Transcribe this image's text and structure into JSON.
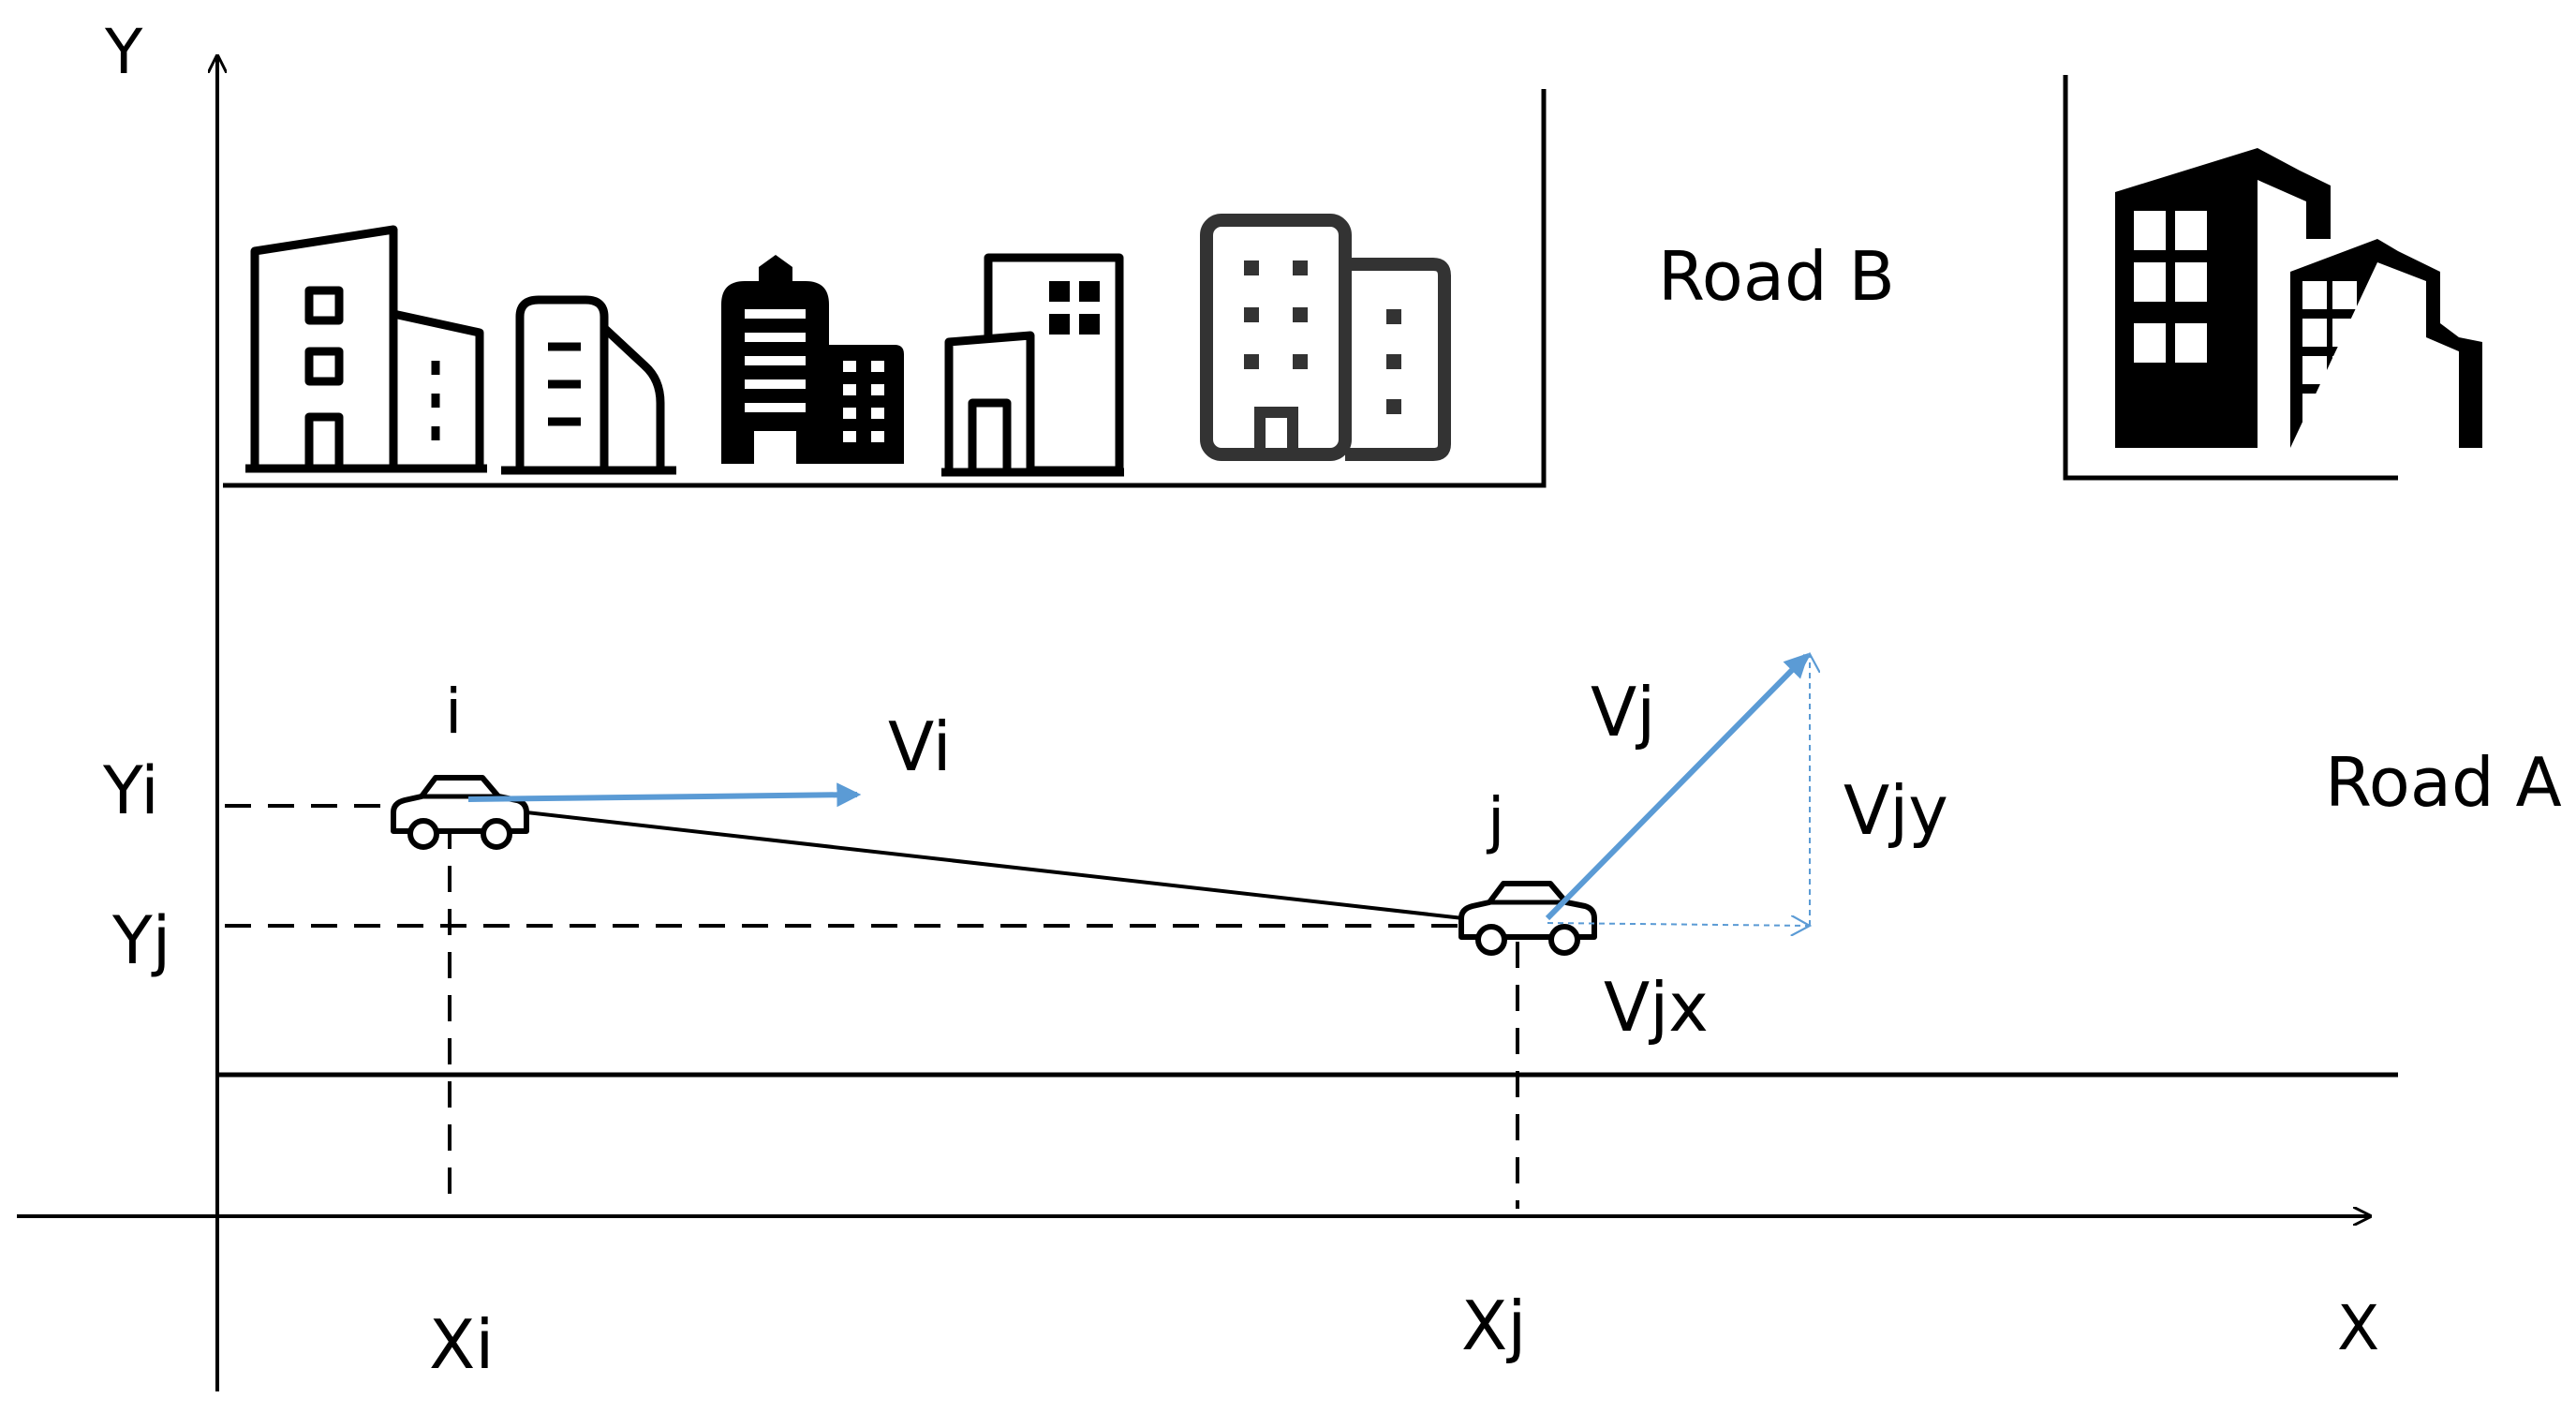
{
  "axes": {
    "x_label": "X",
    "y_label": "Y"
  },
  "roads": {
    "road_a": "Road A",
    "road_b": "Road B"
  },
  "vehicles": {
    "i": {
      "label": "i",
      "x_label": "Xi",
      "y_label": "Yi",
      "velocity_label": "Vi"
    },
    "j": {
      "label": "j",
      "x_label": "Xj",
      "y_label": "Yj",
      "velocity_label": "Vj",
      "vx_label": "Vjx",
      "vy_label": "Vjy"
    }
  },
  "colors": {
    "line": "#000000",
    "velocity": "#5b9bd5"
  },
  "icons": [
    "office-building-icon",
    "rounded-building-icon",
    "skyscraper-icon",
    "apartment-icon",
    "grid-building-icon",
    "city-buildings-icon"
  ]
}
